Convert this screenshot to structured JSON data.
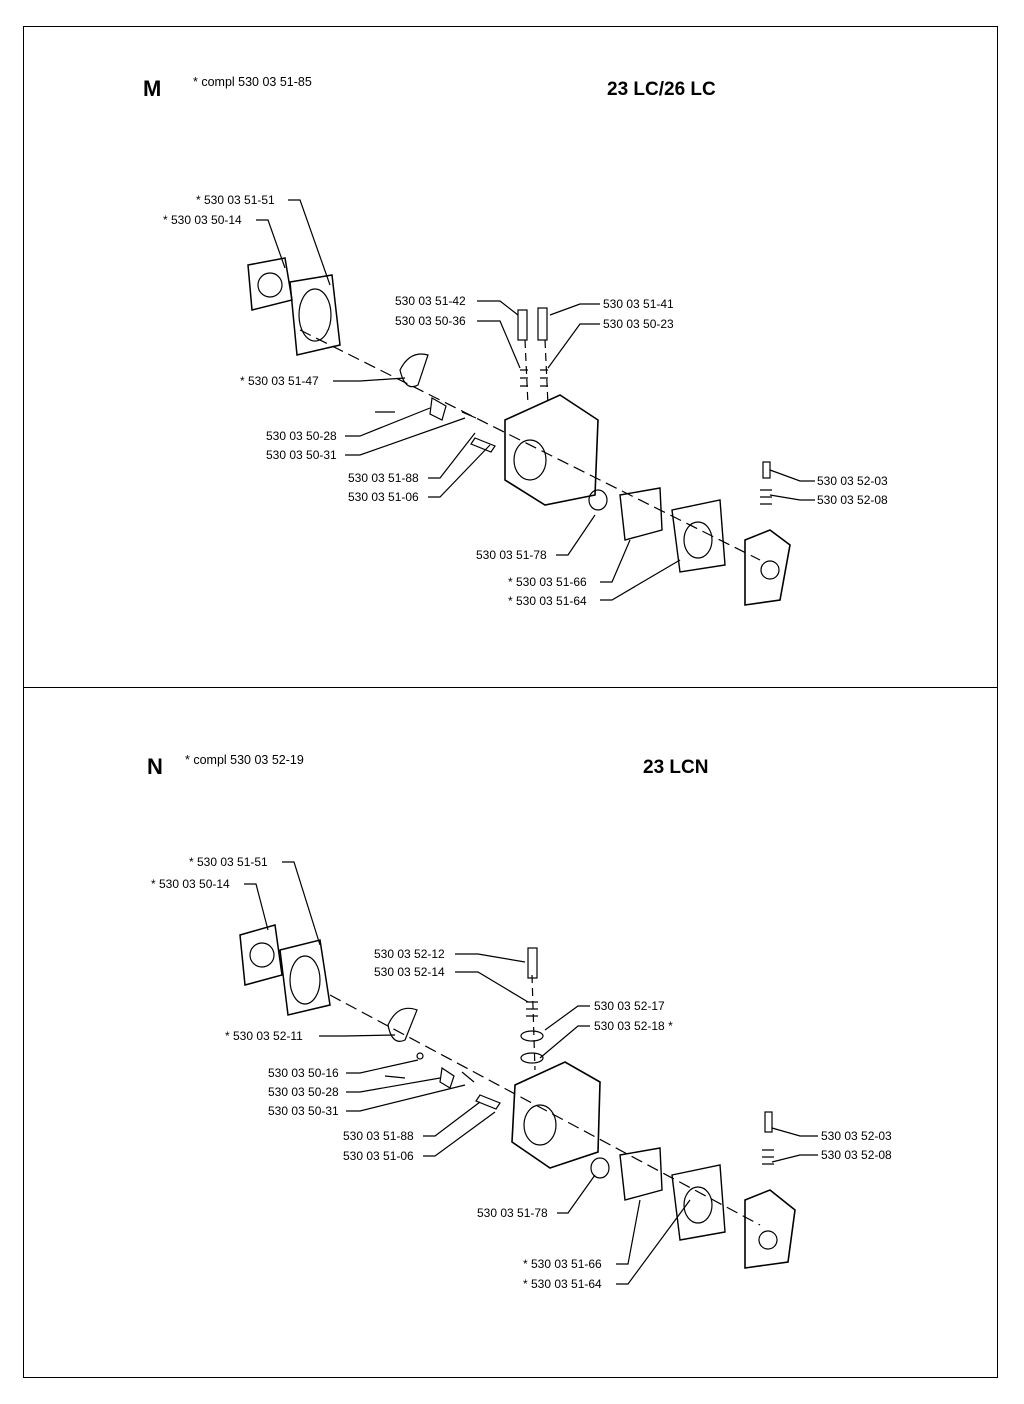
{
  "panels": [
    {
      "letter": "M",
      "compl": "*  compl 530 03 51-85",
      "model": "23 LC/26 LC",
      "labels": [
        "*  530 03 51-51",
        "*  530 03 50-14",
        "530 03 51-42",
        "530 03 50-36",
        "530 03 51-41",
        "530 03 50-23",
        "*  530 03 51-47",
        "530 03 50-28",
        "530 03 50-31",
        "530 03 51-88",
        "530 03 51-06",
        "530 03 52-03",
        "530 03 52-08",
        "530 03 51-78",
        "*  530 03 51-66",
        "*  530 03 51-64"
      ]
    },
    {
      "letter": "N",
      "compl": "*  compl 530 03 52-19",
      "model": "23 LCN",
      "labels": [
        "*  530 03 51-51",
        "*  530 03 50-14",
        "530 03 52-12",
        "530 03 52-14",
        "530 03 52-17",
        "530 03 52-18  *",
        "*  530 03 52-11",
        "530 03 50-16",
        "530 03 50-28",
        "530 03 50-31",
        "530 03 51-88",
        "530 03 51-06",
        "530 03 51-78",
        "530 03 52-03",
        "530 03 52-08",
        "*  530 03 51-66",
        "*  530 03 51-64"
      ]
    }
  ]
}
